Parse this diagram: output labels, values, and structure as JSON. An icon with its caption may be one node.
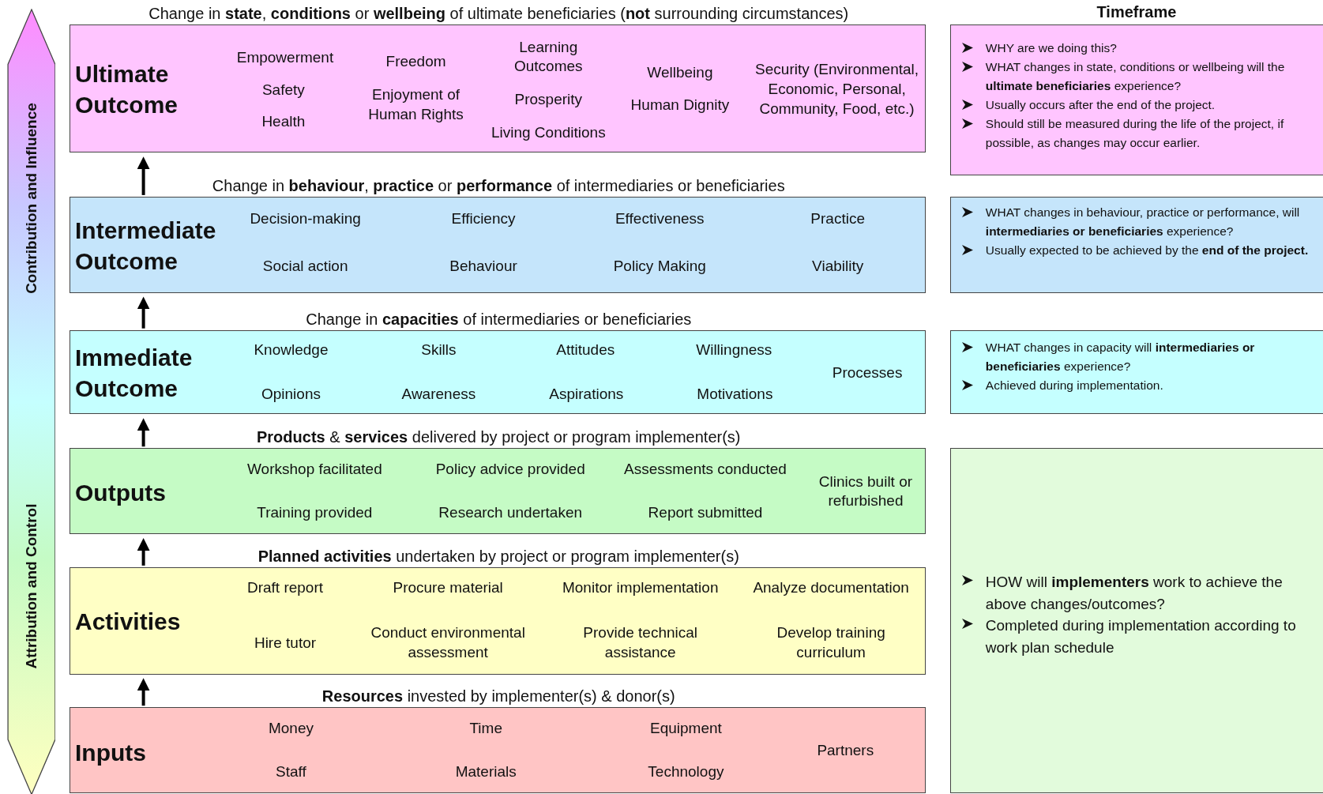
{
  "diagram": {
    "nodes": [
      {
        "text": [
          "Change in **state**, **conditions** or **wellbeing** of ultimate beneficiaries (**not** surrounding circumstances)",
          "Ultimate Outcome",
          "Empowerment",
          "Safety",
          "Health",
          "Freedom",
          "Enjoyment of Human Rights",
          "Learning Outcomes",
          "Prosperity",
          "Living Conditions",
          "Wellbeing",
          "Human Dignity",
          "Security (Environmental, Economic, Personal, Community, Food, etc.)"
        ]
      },
      {
        "text": [
          "Change in **behaviour**, **practice** or **performance** of intermediaries or beneficiaries",
          "Intermediate Outcome",
          "Decision-making",
          "Efficiency",
          "Effectiveness",
          "Practice",
          "Social action",
          "Behaviour",
          "Policy Making",
          "Viability"
        ]
      },
      {
        "text": [
          "Change in **capacities** of intermediaries or beneficiaries",
          "Immediate Outcome",
          "Knowledge",
          "Skills",
          "Attitudes",
          "Willingness",
          "Processes",
          "Opinions",
          "Awareness",
          "Aspirations",
          "Motivations"
        ]
      },
      {
        "text": [
          "**Products** & **services** delivered by project or program implementer(s)",
          "Outputs",
          "Workshop facilitated",
          "Policy advice provided",
          "Assessments conducted",
          "Clinics built or refurbished",
          "Training provided",
          "Research undertaken",
          "Report submitted"
        ]
      },
      {
        "text": [
          "**Planned activities** undertaken by project or program implementer(s)",
          "Activities",
          "Draft report",
          "Procure material",
          "Monitor implementation",
          "Analyze documentation",
          "Hire tutor",
          "Conduct environmental assessment",
          "Provide technical assistance",
          "Develop training curriculum"
        ]
      },
      {
        "text": [
          "**Resources** invested by implementer(s) & donor(s)",
          "Inputs",
          "Money",
          "Time",
          "Equipment",
          "Partners",
          "Staff",
          "Materials",
          "Technology"
        ]
      },
      {
        "text": [
          "WHY are we doing this?",
          "WHAT changes in state, conditions or wellbeing will the **ultimate beneficiaries** experience?",
          "Usually occurs after the end of the project.",
          "Should still be measured during the life of the project, if possible, as changes may occur earlier."
        ]
      },
      {
        "text": [
          "WHAT changes in behaviour, practice or performance, will **intermediaries or beneficiaries** experience?",
          "Usually expected to be achieved by the **end of the project.**"
        ]
      },
      {
        "text": [
          "WHAT changes in capacity will **intermediaries or beneficiaries** experience?",
          "Achieved during implementation."
        ]
      },
      {
        "text": [
          "HOW will **implementers** work to achieve the above changes/outcomes?",
          "Completed during implementation according to work plan schedule"
        ]
      },
      {
        "text": [
          "Contribution and Influence",
          "Attribution and Control"
        ]
      }
    ],
    "edges": [
      {
        "from": 5,
        "to": 4,
        "arrow": "to"
      },
      {
        "from": 4,
        "to": 3,
        "arrow": "to"
      },
      {
        "from": 3,
        "to": 2,
        "arrow": "to"
      },
      {
        "from": 2,
        "to": 1,
        "arrow": "to"
      },
      {
        "from": 1,
        "to": 0,
        "arrow": "to"
      }
    ],
    "labels": [
      "Timeframe"
    ]
  }
}
